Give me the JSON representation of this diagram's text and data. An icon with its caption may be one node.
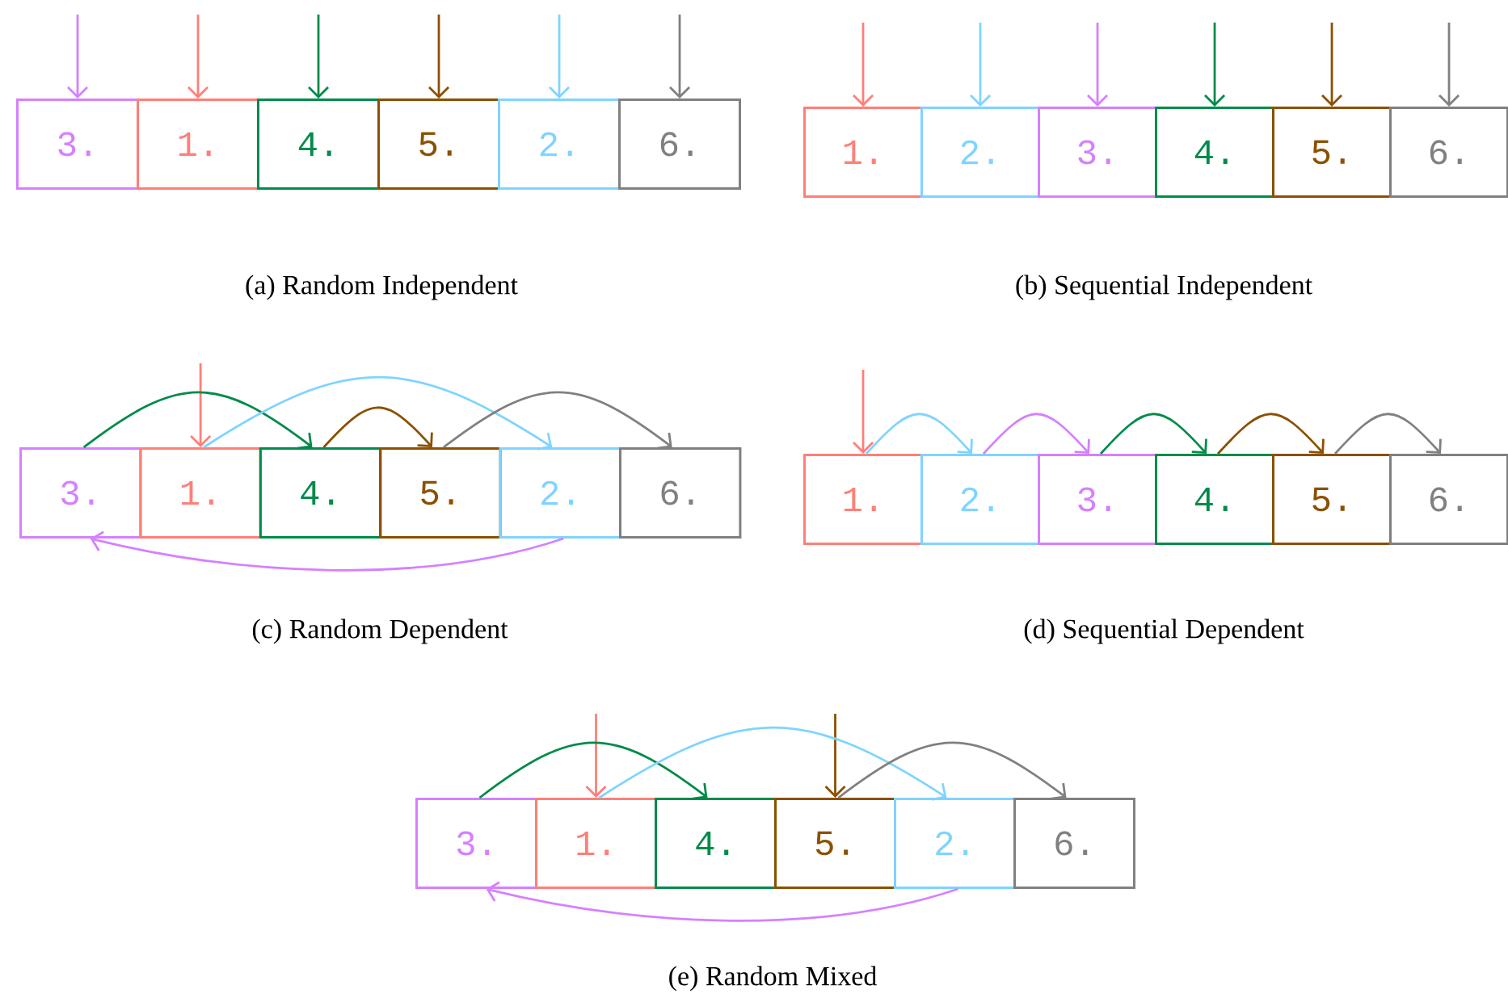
{
  "diagram": {
    "nodes": [
      {
        "text": [
          "3."
        ]
      },
      {
        "text": [
          "1."
        ]
      },
      {
        "text": [
          "4."
        ]
      },
      {
        "text": [
          "5."
        ]
      },
      {
        "text": [
          "2."
        ]
      },
      {
        "text": [
          "6."
        ]
      },
      {
        "text": [
          "1."
        ]
      },
      {
        "text": [
          "2."
        ]
      },
      {
        "text": [
          "3."
        ]
      },
      {
        "text": [
          "4."
        ]
      },
      {
        "text": [
          "5."
        ]
      },
      {
        "text": [
          "6."
        ]
      },
      {
        "text": [
          "3."
        ]
      },
      {
        "text": [
          "1."
        ]
      },
      {
        "text": [
          "4."
        ]
      },
      {
        "text": [
          "5."
        ]
      },
      {
        "text": [
          "2."
        ]
      },
      {
        "text": [
          "6."
        ]
      },
      {
        "text": [
          "1."
        ]
      },
      {
        "text": [
          "2."
        ]
      },
      {
        "text": [
          "3."
        ]
      },
      {
        "text": [
          "4."
        ]
      },
      {
        "text": [
          "5."
        ]
      },
      {
        "text": [
          "6."
        ]
      },
      {
        "text": [
          "3."
        ]
      },
      {
        "text": [
          "1."
        ]
      },
      {
        "text": [
          "4."
        ]
      },
      {
        "text": [
          "5."
        ]
      },
      {
        "text": [
          "2."
        ]
      },
      {
        "text": [
          "6."
        ]
      }
    ],
    "edges": [
      {
        "from": null,
        "to": 0,
        "arrow": "to",
        "color": "#d580ff"
      },
      {
        "from": null,
        "to": 1,
        "arrow": "to",
        "color": "#ff7f78"
      },
      {
        "from": null,
        "to": 2,
        "arrow": "to",
        "color": "#008b4a"
      },
      {
        "from": null,
        "to": 3,
        "arrow": "to",
        "color": "#8b5000"
      },
      {
        "from": null,
        "to": 4,
        "arrow": "to",
        "color": "#7fd4ff"
      },
      {
        "from": null,
        "to": 5,
        "arrow": "to",
        "color": "#808080"
      },
      {
        "from": null,
        "to": 6,
        "arrow": "to",
        "color": "#ff7f78"
      },
      {
        "from": null,
        "to": 7,
        "arrow": "to",
        "color": "#7fd4ff"
      },
      {
        "from": null,
        "to": 8,
        "arrow": "to",
        "color": "#d580ff"
      },
      {
        "from": null,
        "to": 9,
        "arrow": "to",
        "color": "#008b4a"
      },
      {
        "from": null,
        "to": 10,
        "arrow": "to",
        "color": "#8b5000"
      },
      {
        "from": null,
        "to": 11,
        "arrow": "to",
        "color": "#808080"
      },
      {
        "from": null,
        "to": 13,
        "arrow": "to",
        "color": "#ff7f78"
      },
      {
        "from": 12,
        "to": 14,
        "arrow": "to",
        "color": "#008b4a"
      },
      {
        "from": 13,
        "to": 16,
        "arrow": "to",
        "color": "#7fd4ff"
      },
      {
        "from": 14,
        "to": 15,
        "arrow": "to",
        "color": "#8b5000"
      },
      {
        "from": 15,
        "to": 17,
        "arrow": "to",
        "color": "#808080"
      },
      {
        "from": 16,
        "to": 12,
        "arrow": "to",
        "color": "#d580ff"
      },
      {
        "from": null,
        "to": 18,
        "arrow": "to",
        "color": "#ff7f78"
      },
      {
        "from": 18,
        "to": 19,
        "arrow": "to",
        "color": "#7fd4ff"
      },
      {
        "from": 19,
        "to": 20,
        "arrow": "to",
        "color": "#d580ff"
      },
      {
        "from": 20,
        "to": 21,
        "arrow": "to",
        "color": "#008b4a"
      },
      {
        "from": 21,
        "to": 22,
        "arrow": "to",
        "color": "#8b5000"
      },
      {
        "from": 22,
        "to": 23,
        "arrow": "to",
        "color": "#808080"
      },
      {
        "from": null,
        "to": 25,
        "arrow": "to",
        "color": "#ff7f78"
      },
      {
        "from": null,
        "to": 27,
        "arrow": "to",
        "color": "#8b5000"
      },
      {
        "from": 24,
        "to": 26,
        "arrow": "to",
        "color": "#008b4a"
      },
      {
        "from": 25,
        "to": 28,
        "arrow": "to",
        "color": "#7fd4ff"
      },
      {
        "from": 27,
        "to": 29,
        "arrow": "to",
        "color": "#808080"
      },
      {
        "from": 28,
        "to": 24,
        "arrow": "to",
        "color": "#d580ff"
      }
    ],
    "labels": [
      "(a) Random Independent",
      "(b) Sequential Independent",
      "(c) Random Dependent",
      "(d) Sequential Dependent",
      "(e) Random Mixed"
    ]
  }
}
